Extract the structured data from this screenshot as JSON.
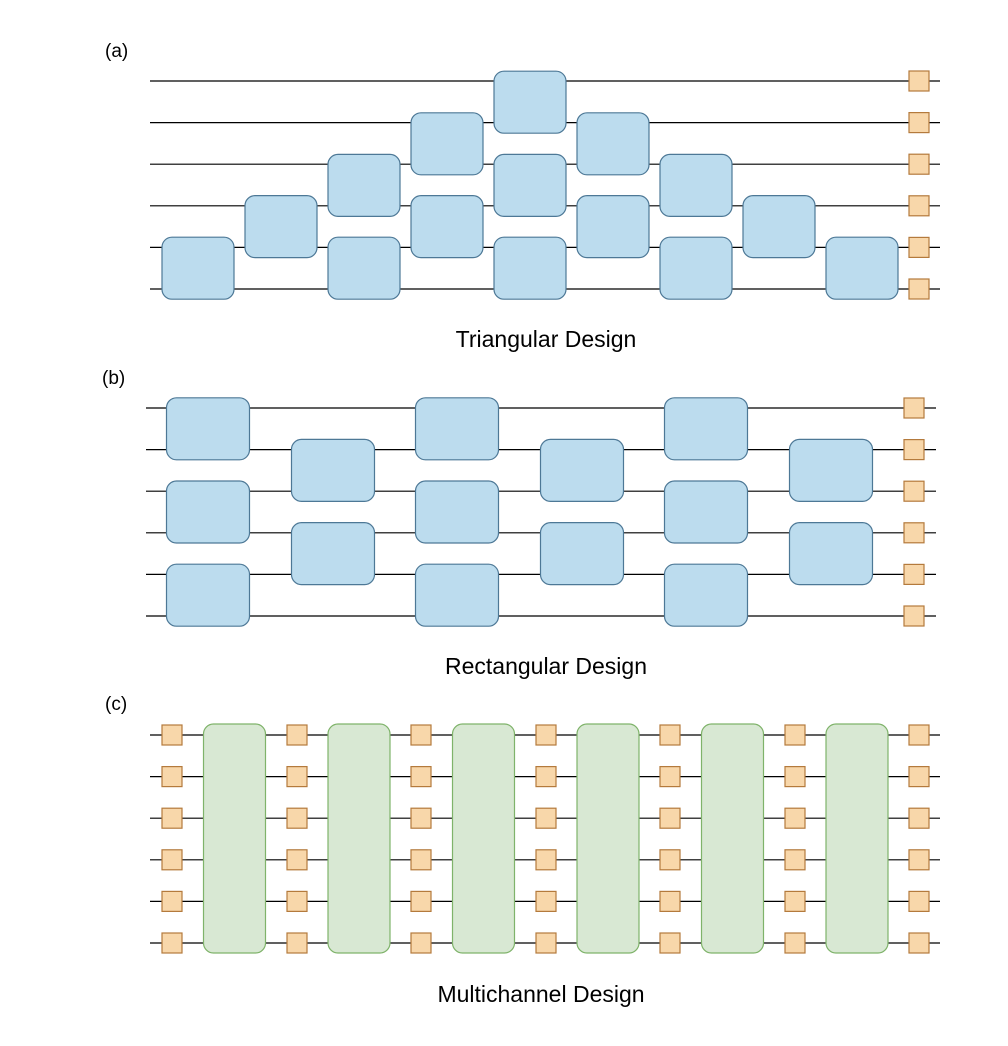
{
  "colors": {
    "blue_block_fill": "#bcdcee",
    "blue_block_stroke": "#4d7896",
    "green_block_fill": "#d8e8d3",
    "green_block_stroke": "#7fb36a",
    "port_fill": "#f8d7aa",
    "port_stroke": "#b47a3c",
    "wire": "#000000"
  },
  "panels": [
    {
      "label": "(a)",
      "caption": "Triangular Design",
      "channels": 6,
      "block_type": "blue-rounded-block",
      "block_count": 15,
      "output_ports": 6
    },
    {
      "label": "(b)",
      "caption": "Rectangular Design",
      "channels": 6,
      "block_type": "blue-rounded-block",
      "block_count": 15,
      "output_ports": 6
    },
    {
      "label": "(c)",
      "caption": "Multichannel Design",
      "channels": 6,
      "block_type": "green-tall-block",
      "block_count": 6,
      "port_columns": 7
    }
  ]
}
